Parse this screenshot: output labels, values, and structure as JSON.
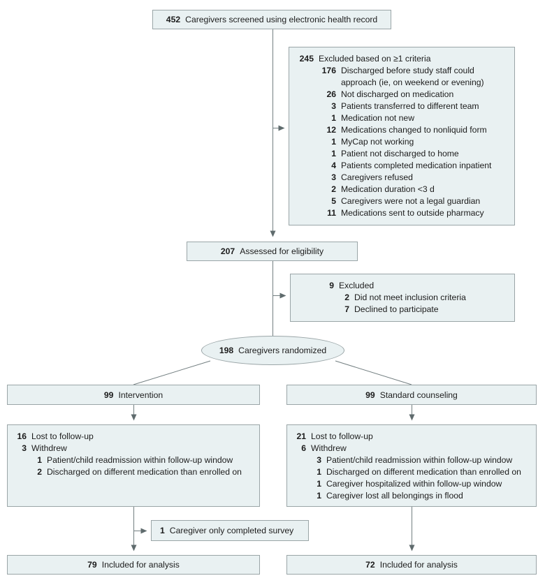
{
  "palette": {
    "box_fill": "#e9f1f2",
    "box_border": "#9aa5a7",
    "line_color": "#737f81",
    "text_color": "#1c1c1c"
  },
  "screened": {
    "num": "452",
    "label": "Caregivers screened using electronic health record"
  },
  "excluded_criteria": {
    "rows": [
      {
        "num": "245",
        "text": "Excluded based on ≥1 criteria",
        "level": 0
      },
      {
        "num": "176",
        "text": "Discharged before study staff could approach (ie, on weekend or evening)",
        "level": 1
      },
      {
        "num": "26",
        "text": "Not discharged on medication",
        "level": 1
      },
      {
        "num": "3",
        "text": "Patients transferred to different team",
        "level": 1
      },
      {
        "num": "1",
        "text": "Medication not new",
        "level": 1
      },
      {
        "num": "12",
        "text": "Medications changed to nonliquid form",
        "level": 1
      },
      {
        "num": "1",
        "text": "MyCap not working",
        "level": 1
      },
      {
        "num": "1",
        "text": "Patient not discharged to home",
        "level": 1
      },
      {
        "num": "4",
        "text": "Patients completed medication inpatient",
        "level": 1
      },
      {
        "num": "3",
        "text": "Caregivers refused",
        "level": 1
      },
      {
        "num": "2",
        "text": "Medication duration <3 d",
        "level": 1
      },
      {
        "num": "5",
        "text": "Caregivers were not a legal guardian",
        "level": 1
      },
      {
        "num": "11",
        "text": "Medications sent to outside pharmacy",
        "level": 1
      }
    ]
  },
  "assessed": {
    "num": "207",
    "label": "Assessed for eligibility"
  },
  "excluded_eligibility": {
    "rows": [
      {
        "num": "9",
        "text": "Excluded",
        "level": 0
      },
      {
        "num": "2",
        "text": "Did not meet inclusion criteria",
        "level": 1
      },
      {
        "num": "7",
        "text": "Declined to participate",
        "level": 1
      }
    ]
  },
  "randomized": {
    "num": "198",
    "label": "Caregivers randomized"
  },
  "arm_intervention": {
    "num": "99",
    "label": "Intervention"
  },
  "arm_standard": {
    "num": "99",
    "label": "Standard counseling"
  },
  "lost_intervention": {
    "rows": [
      {
        "num": "16",
        "text": "Lost to follow-up",
        "level": 0
      },
      {
        "num": "3",
        "text": "Withdrew",
        "level": 0
      },
      {
        "num": "1",
        "text": "Patient/child readmission within follow-up window",
        "level": 1
      },
      {
        "num": "2",
        "text": "Discharged on different medication than enrolled on",
        "level": 1
      }
    ]
  },
  "lost_standard": {
    "rows": [
      {
        "num": "21",
        "text": "Lost to follow-up",
        "level": 0
      },
      {
        "num": "6",
        "text": "Withdrew",
        "level": 0
      },
      {
        "num": "3",
        "text": "Patient/child readmission within follow-up window",
        "level": 1
      },
      {
        "num": "1",
        "text": "Discharged on different medication than enrolled on",
        "level": 1
      },
      {
        "num": "1",
        "text": "Caregiver hospitalized within follow-up window",
        "level": 1
      },
      {
        "num": "1",
        "text": "Caregiver lost all belongings in flood",
        "level": 1
      }
    ]
  },
  "survey_only": {
    "num": "1",
    "label": "Caregiver only completed survey"
  },
  "analysis_intervention": {
    "num": "79",
    "label": "Included for analysis"
  },
  "analysis_standard": {
    "num": "72",
    "label": "Included for analysis"
  }
}
